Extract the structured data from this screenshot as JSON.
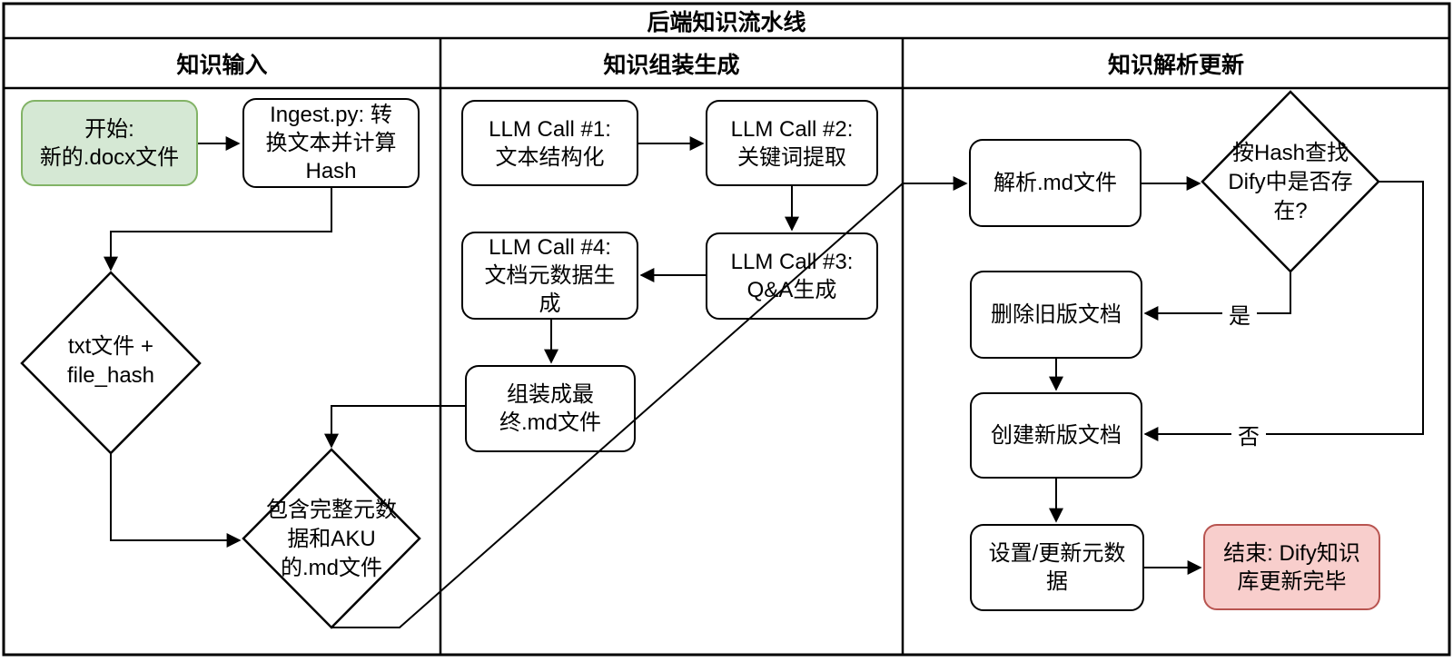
{
  "title": "后端知识流水线",
  "lanes": [
    {
      "label": "知识输入"
    },
    {
      "label": "知识组装生成"
    },
    {
      "label": "知识解析更新"
    }
  ],
  "nodes": {
    "start": "开始:\n新的.docx文件",
    "ingest": "Ingest.py: 转\n换文本并计算\nHash",
    "txt_hash": "txt文件 +\nfile_hash",
    "aku_md": "包含完整元数\n据和AKU\n的.md文件",
    "llm1": "LLM Call #1:\n文本结构化",
    "llm2": "LLM Call #2:\n关键词提取",
    "llm3": "LLM Call #3:\nQ&A生成",
    "llm4": "LLM Call #4:\n文档元数据生\n成",
    "assemble": "组装成最\n终.md文件",
    "parse": "解析.md文件",
    "hash_lookup": "按Hash查找\nDify中是否存\n在?",
    "delete_old": "删除旧版文档",
    "create_new": "创建新版文档",
    "set_meta": "设置/更新元数\n据",
    "end": "结束: Dify知识\n库更新完毕"
  },
  "edge_labels": {
    "yes": "是",
    "no": "否"
  },
  "colors": {
    "line": "#000000",
    "start_fill": "#d5e8d4",
    "start_border": "#82b366",
    "end_fill": "#f8cecc",
    "end_border": "#b85450",
    "node_fill": "#ffffff",
    "node_border": "#000000"
  }
}
